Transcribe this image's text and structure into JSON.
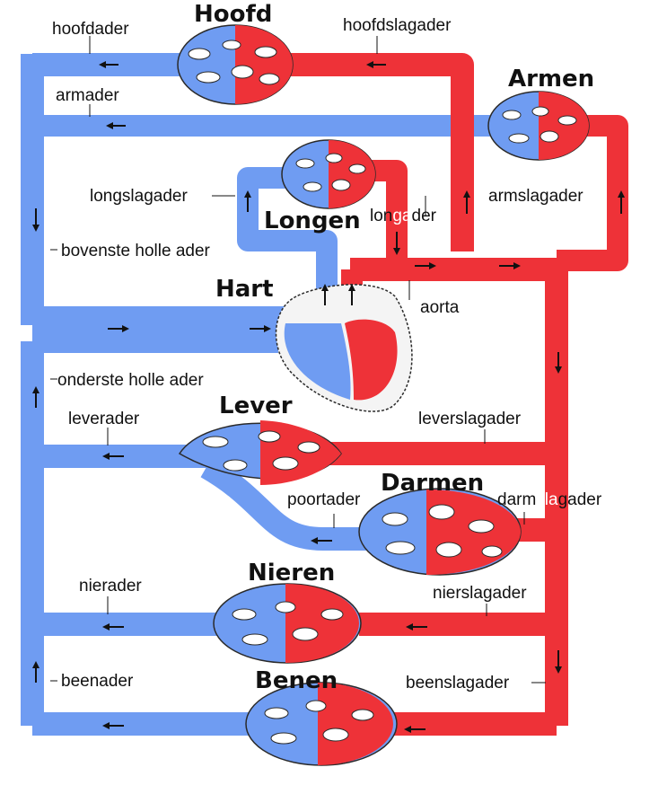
{
  "colors": {
    "vein": "#6f9cf2",
    "artery": "#ee3238",
    "outline": "#2a2a2a",
    "text": "#111111"
  },
  "organs": {
    "hoofd": "Hoofd",
    "armen": "Armen",
    "longen": "Longen",
    "hart": "Hart",
    "lever": "Lever",
    "darmen": "Darmen",
    "nieren": "Nieren",
    "benen": "Benen"
  },
  "vessels": {
    "hoofdader": "hoofdader",
    "hoofdslagader": "hoofdslagader",
    "armader": "armader",
    "longslagader": "longslagader",
    "longader_part1": "lon",
    "longader_part2": "ga",
    "longader_part3": "der",
    "armslagader": "armslagader",
    "bovenste_holle_ader": "bovenste holle ader",
    "aorta": "aorta",
    "onderste_holle_ader": "onderste holle ader",
    "leverader": "leverader",
    "leverslagader": "leverslagader",
    "poortader": "poortader",
    "darmslagader_part1": "darm",
    "darmslagader_part2": "sla",
    "darmslagader_part3": "gader",
    "nierader": "nierader",
    "nierslagader": "nierslagader",
    "beenader": "beenader",
    "beenslagader": "beenslagader"
  }
}
